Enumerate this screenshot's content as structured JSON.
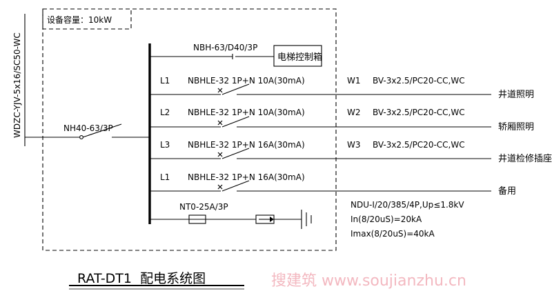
{
  "capacity_label": "设备容量：10kW",
  "feeder_cable": "WDZC-YJV-5x16/SC50-WC",
  "main_breaker": "NH40-63/3P",
  "elevator_breaker": "NBH-63/D40/3P",
  "elevator_box": "电梯控制箱",
  "circuits": [
    {
      "phase": "L1",
      "breaker": "NBHLE-32 1P+N 10A(30mA)",
      "wire_id": "W1",
      "cable": "BV-3x2.5/PC20-CC,WC",
      "load": "井道照明"
    },
    {
      "phase": "L2",
      "breaker": "NBHLE-32 1P+N 10A(30mA)",
      "wire_id": "W2",
      "cable": "BV-3x2.5/PC20-CC,WC",
      "load": "轿厢照明"
    },
    {
      "phase": "L3",
      "breaker": "NBHLE-32 1P+N 16A(30mA)",
      "wire_id": "W3",
      "cable": "BV-3x2.5/PC20-CC,WC",
      "load": "井道检修插座"
    },
    {
      "phase": "L1",
      "breaker": "NBHLE-32 1P+N 16A(30mA)",
      "wire_id": "",
      "cable": "",
      "load": "备用"
    }
  ],
  "spd_fuse": "NT0-25A/3P",
  "spd_lines": [
    "NDU-I/20/385/4P,Up≤1.8kV",
    "In(8/20uS)=20kA",
    "Imax(8/20uS)=40kA"
  ],
  "title": "RAT-DT1  配电系统图",
  "watermark": "搜建筑 www.soujianzhu.cn"
}
